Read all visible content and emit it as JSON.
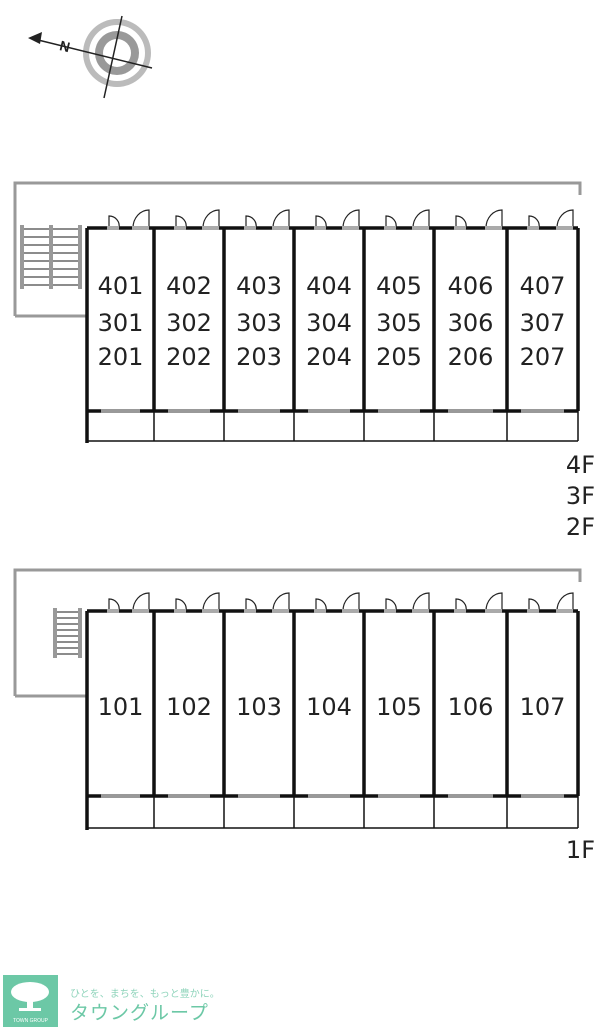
{
  "compass": {
    "label": "N"
  },
  "upper_block": {
    "floor_labels": [
      "4F",
      "3F",
      "2F"
    ],
    "units": [
      [
        "401",
        "301",
        "201"
      ],
      [
        "402",
        "302",
        "202"
      ],
      [
        "403",
        "303",
        "203"
      ],
      [
        "404",
        "304",
        "204"
      ],
      [
        "405",
        "305",
        "205"
      ],
      [
        "406",
        "306",
        "206"
      ],
      [
        "407",
        "307",
        "207"
      ]
    ]
  },
  "lower_block": {
    "floor_labels": [
      "1F"
    ],
    "units": [
      "101",
      "102",
      "103",
      "104",
      "105",
      "106",
      "107"
    ]
  },
  "logo": {
    "tagline": "ひとを、まちを、もっと豊かに。",
    "name": "タウングループ",
    "english": "TOWN GROUP",
    "color": "#6cc8a6"
  }
}
